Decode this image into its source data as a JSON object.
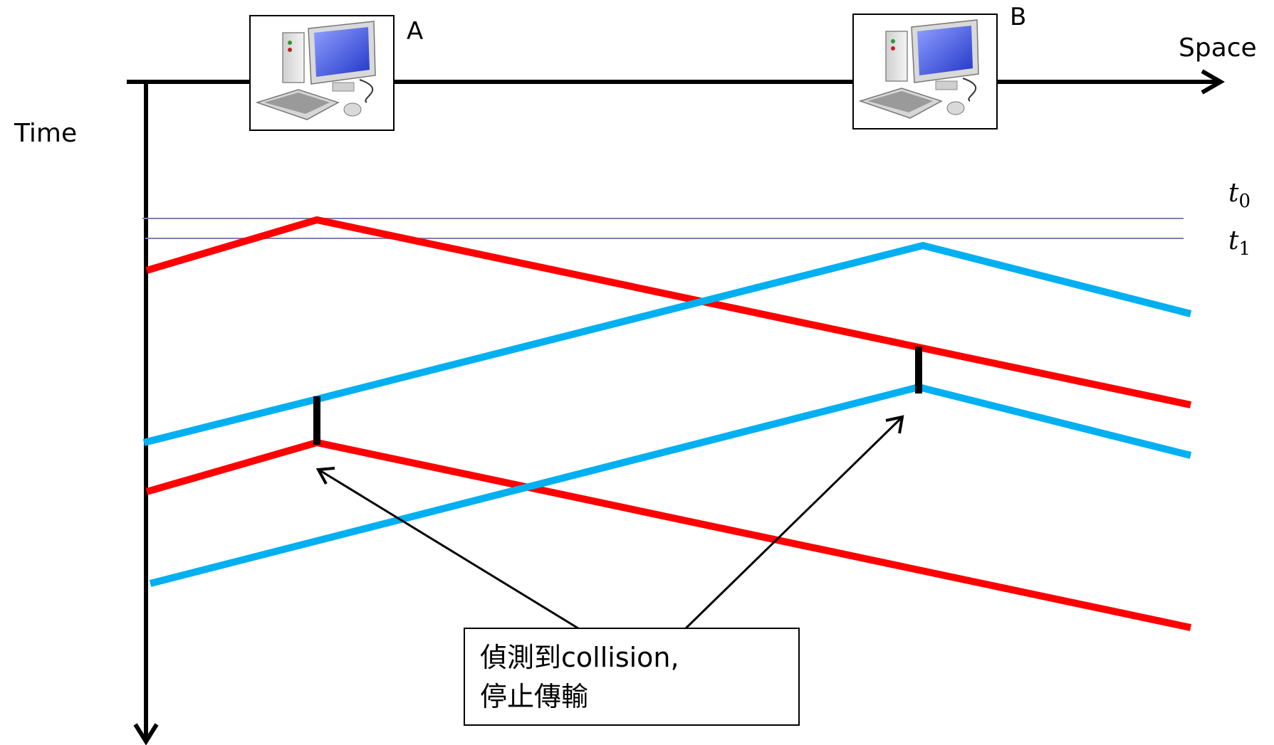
{
  "axes": {
    "space_label": "Space",
    "time_label": "Time"
  },
  "stations": [
    {
      "label": "A",
      "icon": "computer-icon"
    },
    {
      "label": "B",
      "icon": "computer-icon"
    }
  ],
  "time_marks": [
    {
      "var": "t",
      "sub": "0"
    },
    {
      "var": "t",
      "sub": "1"
    }
  ],
  "callout": {
    "line1": "偵測到collision,",
    "line2": "停止傳輸"
  },
  "colors": {
    "frame_a": "#ff0000",
    "frame_b": "#00b0f0",
    "axis": "#000000",
    "time_line": "#7f7fb0"
  }
}
